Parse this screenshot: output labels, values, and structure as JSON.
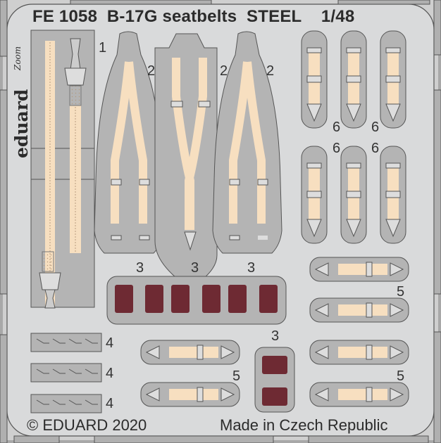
{
  "header": {
    "code": "FE 1058",
    "subject": "B-17G seatbelts",
    "material": "STEEL",
    "scale": "1/48"
  },
  "branding": {
    "logo": "eduard",
    "line": "Zoom"
  },
  "part_numbers": {
    "p1": "1",
    "p2a": "2",
    "p2b": "2",
    "p2c": "2",
    "p6a": "6",
    "p6b": "6",
    "p6c": "6",
    "p6d": "6",
    "p3a": "3",
    "p3b": "3",
    "p3c": "3",
    "p3d": "3",
    "p4a": "4",
    "p4b": "4",
    "p4c": "4",
    "p5a": "5",
    "p5b": "5",
    "p5c": "5"
  },
  "footer": {
    "copyright": "© EDUARD 2020",
    "origin": "Made in Czech Republic"
  },
  "colors": {
    "fret_frame": "#9e9e9e",
    "fret_bg": "#d9dadb",
    "part_gray": "#b4b4b4",
    "belt": "#f7dfc0",
    "pad_red": "#6e2a33",
    "text": "#2b2b2b"
  }
}
